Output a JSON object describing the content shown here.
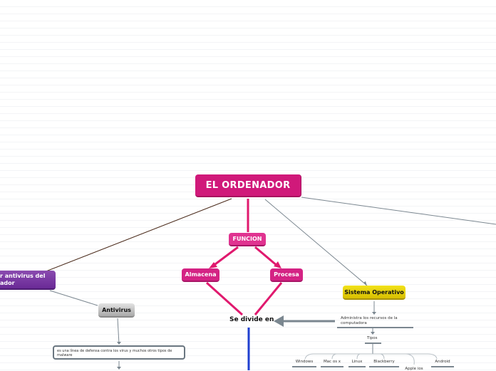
{
  "map": {
    "root": {
      "label": "EL ORDENADOR",
      "color": "#d0197a"
    },
    "funcion": {
      "label": "FUNCION"
    },
    "almacena": {
      "label": "Almacena"
    },
    "procesa": {
      "label": "Procesa"
    },
    "se_divide": {
      "label": "Se divide en"
    },
    "purple_node": {
      "label": "r antivirus del\nador",
      "line1": "r antivirus del",
      "line2": "ador",
      "color": "#7b3aa3"
    },
    "antivirus": {
      "label": "Antivirus"
    },
    "antivirus_desc": {
      "label": "es una línea de defensa contra los virus y muchos otros tipos de malware"
    },
    "sistema_operativo": {
      "label": "Sistema Operativo",
      "color": "#e8d20b"
    },
    "so_desc": {
      "label": "Administra los recursos de la computadora"
    },
    "tipos": {
      "label": "Tipos"
    },
    "os_types": [
      {
        "label": "Windows"
      },
      {
        "label": "Mac os x"
      },
      {
        "label": "Linux"
      },
      {
        "label": "Blackberry"
      },
      {
        "label": "Apple ios"
      },
      {
        "label": "Android"
      }
    ]
  }
}
